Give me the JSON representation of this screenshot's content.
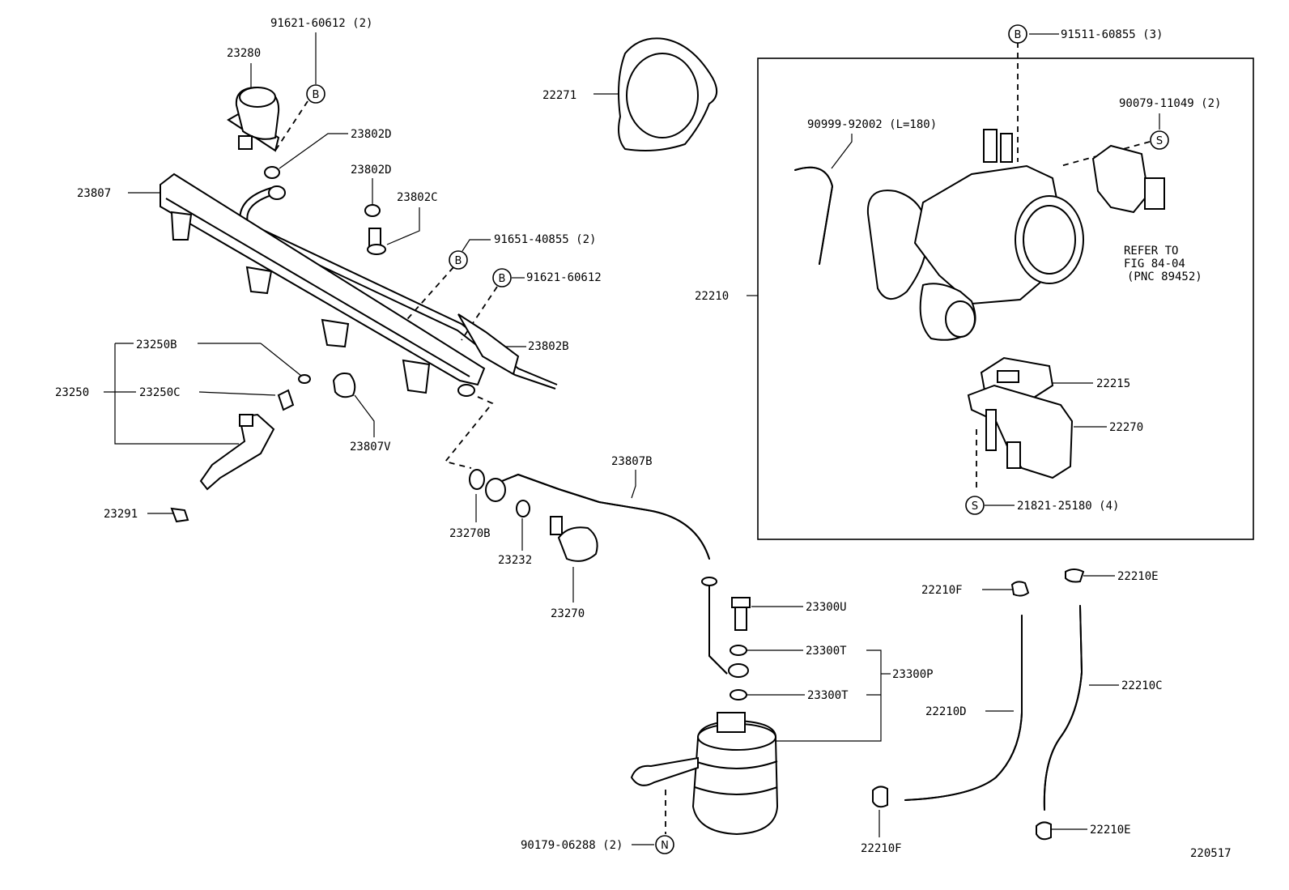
{
  "labels": {
    "p91621_60612_top": "91621-60612 (2)",
    "p23280": "23280",
    "p23802D_a": "23802D",
    "p23802D_b": "23802D",
    "p23802C": "23802C",
    "p23807": "23807",
    "p91651_40855": "91651-40855 (2)",
    "p91621_60612": "91621-60612",
    "p23802B": "23802B",
    "p23250B": "23250B",
    "p23250": "23250",
    "p23250C": "23250C",
    "p23807V": "23807V",
    "p23291": "23291",
    "p22271": "22271",
    "p91511_60855": "91511-60855 (3)",
    "p90999_92002": "90999-92002 (L=180)",
    "p90079_11049": "90079-11049 (2)",
    "refer_line1": "REFER TO",
    "refer_line2": "FIG 84-04",
    "refer_line3": "(PNC 89452)",
    "p22210": "22210",
    "p22215": "22215",
    "p22270": "22270",
    "p21821_25180": "21821-25180 (4)",
    "p23807B": "23807B",
    "p23270B": "23270B",
    "p23232": "23232",
    "p23270": "23270",
    "p23300U": "23300U",
    "p23300T_a": "23300T",
    "p23300P": "23300P",
    "p23300T_b": "23300T",
    "p22210F_a": "22210F",
    "p22210E_a": "22210E",
    "p22210D": "22210D",
    "p22210C": "22210C",
    "p22210F_b": "22210F",
    "p22210E_b": "22210E",
    "p90179_06288": "90179-06288 (2)",
    "figure_code": "220517"
  },
  "symbols": {
    "b": "B",
    "s": "S",
    "n": "N"
  }
}
